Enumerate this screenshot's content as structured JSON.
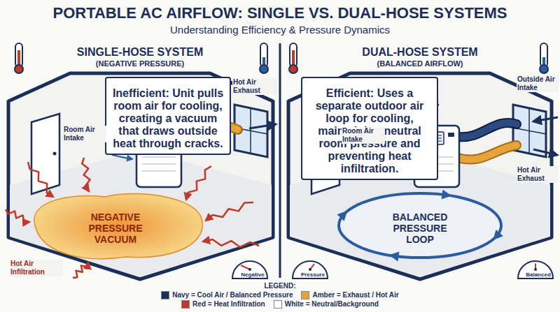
{
  "diagram": {
    "title": "PORTABLE AC AIRFLOW: SINGLE VS. DUAL-HOSE SYSTEMS",
    "caption": "Understanding Efficiency & Pressure Dynamics",
    "nodes": [
      {
        "text": [
          "SINGLE-HOSE SYSTEM",
          "(NEGATIVE PRESSURE)"
        ]
      },
      {
        "text": [
          "Inefficient: Unit pulls room air for cooling, creating a vacuum that draws outside heat through cracks."
        ],
        "in": 0
      },
      {
        "text": [
          "NEGATIVE PRESSURE VACUUM"
        ],
        "in": 0
      },
      {
        "text": [
          "Negative"
        ],
        "in": 0
      },
      {
        "text": [
          "DUAL-HOSE SYSTEM",
          "(BALANCED AIRFLOW)"
        ]
      },
      {
        "text": [
          "Efficient: Uses a separate outdoor air loop for cooling, maintaining neutral room pressure and preventing heat infiltration."
        ],
        "in": 4
      },
      {
        "text": [
          "BALANCED PRESSURE LOOP"
        ],
        "in": 4
      },
      {
        "text": [
          "Pressure"
        ],
        "in": 4
      },
      {
        "text": [
          "Balanced"
        ],
        "in": 4
      }
    ],
    "labels": [
      "Room Air Intake",
      "Hot Air Exhaust",
      "Hot Air Infiltration",
      "Outside Air Intake",
      "Room Air Intake",
      "Hot Air Exhaust",
      "LEGEND:"
    ],
    "legend": [
      {
        "text": "Navy = Cool Air / Balanced Pressure",
        "color": "#1c2f57"
      },
      {
        "text": "Amber = Exhaust / Hot Air",
        "color": "#e8a33a"
      },
      {
        "text": "Red = Heat Infiltration",
        "color": "#c0392b"
      },
      {
        "text": "White = Neutral/Background",
        "color": "#ffffff"
      }
    ]
  }
}
